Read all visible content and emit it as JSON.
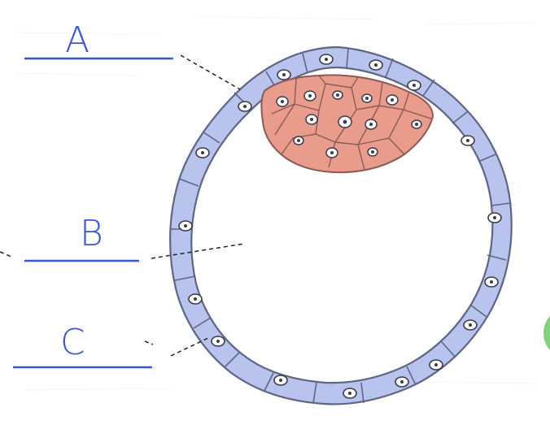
{
  "labels": {
    "a": "A",
    "b": "B",
    "c": "C"
  },
  "colors": {
    "trophoblast_fill": "#b8c3ee",
    "trophoblast_stroke": "#5f6584",
    "inner_cell_mass_fill": "#e99c8c",
    "inner_cell_mass_stroke": "#8a5a55",
    "nucleus_fill": "#ffffff",
    "nucleus_stroke": "#3b3b4a",
    "label_color": "#3a55d6",
    "leader_color": "#222222",
    "accent_green": "#7ed47a"
  }
}
